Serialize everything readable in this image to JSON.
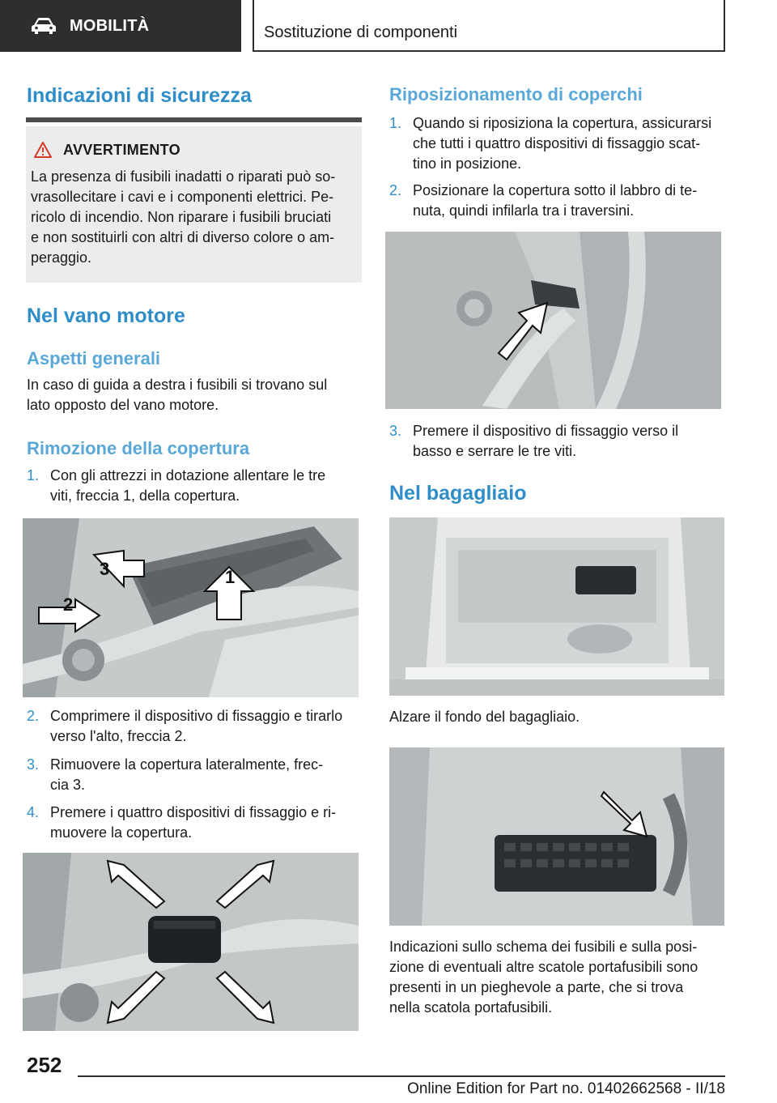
{
  "header": {
    "chapter": "MOBILITÀ",
    "section": "Sostituzione di componenti"
  },
  "left": {
    "title_safety": "Indicazioni di sicurezza",
    "warning_title": "AVVERTIMENTO",
    "warning_lines": [
      "La presenza di fusibili inadatti o riparati può so-",
      "vrasollecitare i cavi e i componenti elettrici. Pe-",
      "ricolo di incendio. Non riparare i fusibili bruciati",
      "e non sostituirli con altri di diverso colore o am-",
      "peraggio."
    ],
    "title_engine": "Nel vano motore",
    "subtitle_general": "Aspetti generali",
    "general_lines": [
      "In caso di guida a destra i fusibili si trovano sul",
      "lato opposto del vano motore."
    ],
    "subtitle_removal": "Rimozione della copertura",
    "steps": [
      {
        "num": "1.",
        "lines": [
          "Con gli attrezzi in dotazione allentare le tre",
          "viti, freccia 1, della copertura."
        ]
      },
      {
        "num": "2.",
        "lines": [
          "Comprimere il dispositivo di fissaggio e tirarlo",
          "verso l'alto, freccia 2."
        ]
      },
      {
        "num": "3.",
        "lines": [
          "Rimuovere la copertura lateralmente, frec-",
          "cia 3."
        ]
      },
      {
        "num": "4.",
        "lines": [
          "Premere i quattro dispositivi di fissaggio e ri-",
          "muovere la copertura."
        ]
      }
    ],
    "photo1_labels": [
      "1",
      "2",
      "3"
    ]
  },
  "right": {
    "subtitle_reposition": "Riposizionamento di coperchi",
    "steps": [
      {
        "num": "1.",
        "lines": [
          "Quando si riposiziona la copertura, assicurarsi",
          "che tutti i quattro dispositivi di fissaggio scat-",
          "tino in posizione."
        ]
      },
      {
        "num": "2.",
        "lines": [
          "Posizionare la copertura sotto il labbro di te-",
          "nuta, quindi infilarla tra i traversini."
        ]
      },
      {
        "num": "3.",
        "lines": [
          "Premere il dispositivo di fissaggio verso il",
          "basso e serrare le tre viti."
        ]
      }
    ],
    "title_trunk": "Nel bagagliaio",
    "trunk_caption": "Alzare il fondo del bagagliaio.",
    "final_lines": [
      "Indicazioni sullo schema dei fusibili e sulla posi-",
      "zione di eventuali altre scatole portafusibili sono",
      "presenti in un pieghevole a parte, che si trova",
      "nella scatola portafusibili."
    ]
  },
  "footer": {
    "page_number": "252",
    "edition": "Online Edition for Part no. 01402662568 - II/18"
  },
  "colors": {
    "heading": "#2f8ec8",
    "subheading": "#5aa8d8",
    "header_bg": "#2e2e2e",
    "warning_bg": "#ececec"
  }
}
